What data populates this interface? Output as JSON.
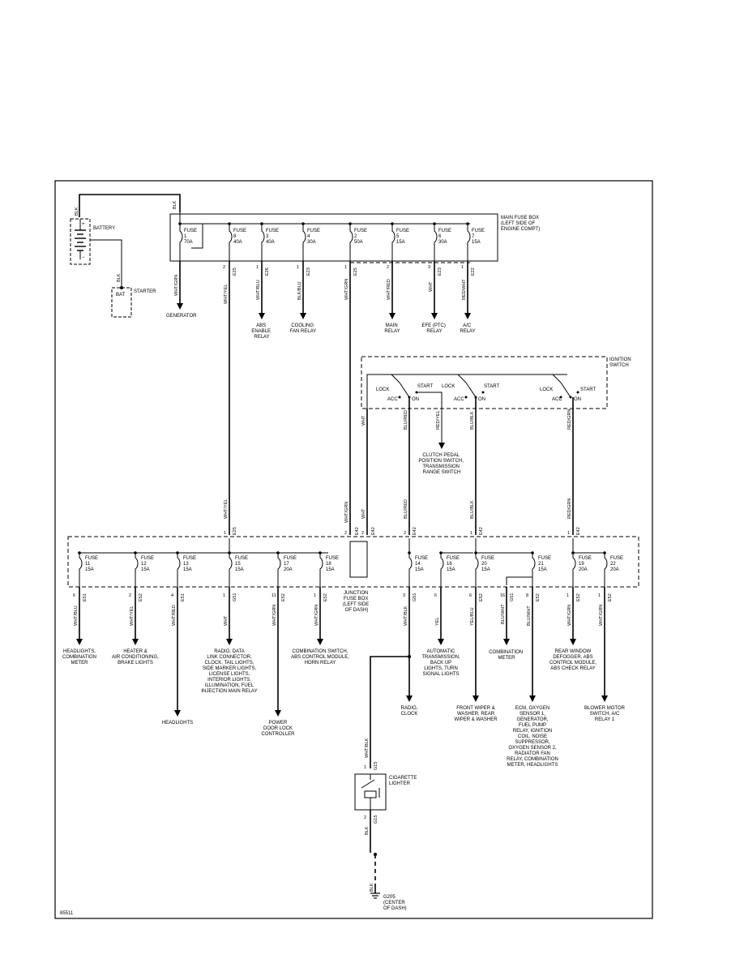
{
  "diagram_code": "85511",
  "battery": {
    "label": "BATTERY",
    "wire": "BLK"
  },
  "starter": {
    "label": "STARTER",
    "terminal": "BAT",
    "wire": "BLK"
  },
  "main_fuse_box": {
    "title_lines": [
      "MAIN FUSE BOX",
      "(LEFT SIDE OF",
      "ENGINE COMPT)"
    ],
    "input_wire": "BLK",
    "fuses": [
      {
        "label": "FUSE",
        "num": "1",
        "amp": "70A",
        "pin": "",
        "conn": "",
        "wire": "WHT/GRN",
        "dest": [
          "GENERATOR"
        ]
      },
      {
        "label": "FUSE",
        "num": "8",
        "amp": "40A",
        "pin": "2",
        "conn": "E25",
        "wire": "WHT/YEL",
        "dest": []
      },
      {
        "label": "FUSE",
        "num": "3",
        "amp": "40A",
        "pin": "1",
        "conn": "E26",
        "wire": "WHT/BLU",
        "dest": [
          "ABS",
          "ENABLE",
          "RELAY"
        ]
      },
      {
        "label": "FUSE",
        "num": "4",
        "amp": "30A",
        "pin": "1",
        "conn": "E23",
        "wire": "BLK/BLU",
        "dest": [
          "COOLING",
          "FAN RELAY"
        ]
      },
      {
        "label": "FUSE",
        "num": "2",
        "amp": "50A",
        "pin": "1",
        "conn": "E25",
        "wire": "WHT/GRN",
        "dest": []
      },
      {
        "label": "FUSE",
        "num": "5",
        "amp": "15A",
        "pin": "2",
        "conn": "",
        "wire": "WHT/RED",
        "dest": [
          "MAIN",
          "RELAY"
        ]
      },
      {
        "label": "FUSE",
        "num": "6",
        "amp": "30A",
        "pin": "3",
        "conn": "E23",
        "wire": "WHT",
        "dest": [
          "EFE (PTC)",
          "RELAY"
        ]
      },
      {
        "label": "FUSE",
        "num": "7",
        "amp": "15A",
        "pin": "1",
        "conn": "E22",
        "wire": "RED/WHT",
        "dest": [
          "A/C",
          "RELAY"
        ]
      }
    ]
  },
  "ignition_switch": {
    "title_lines": [
      "IGNITION",
      "SWITCH"
    ],
    "positions": [
      "LOCK",
      "ACC",
      "ON",
      "START"
    ],
    "input_wire": "WHT",
    "start_wire": "RED/YEL",
    "start_dest": [
      "CLUTCH PEDAL",
      "POSITION SWITCH,",
      "TRANSMISSION",
      "RANGE SWITCH"
    ],
    "outputs": [
      {
        "wire": "BLU/RED",
        "pin": "2",
        "conn": "E42"
      },
      {
        "wire": "BLU/BLK",
        "pin": "1",
        "conn": "E42"
      },
      {
        "wire": "RED/GRN",
        "pin": "1",
        "conn": "E42"
      }
    ]
  },
  "junction_fuse_box": {
    "title_lines": [
      "JUNCTION",
      "FUSE BOX",
      "(LEFT SIDE",
      "OF DASH)"
    ],
    "inputs": [
      {
        "wire": "WHT/YEL",
        "pin": "1",
        "conn": "E25"
      },
      {
        "wire": "WHT/GRN",
        "pin": "2",
        "conn": "E42"
      },
      {
        "wire": "WHT",
        "pin": "2",
        "conn": "E42"
      }
    ],
    "fuses": [
      {
        "label": "FUSE",
        "num": "11",
        "amp": "15A",
        "pin": "6",
        "conn": "E51",
        "wire": "WHT/BLU",
        "dest": [
          "HEADLIGHTS,",
          "COMBINATION",
          "METER"
        ]
      },
      {
        "label": "FUSE",
        "num": "12",
        "amp": "15A",
        "pin": "2",
        "conn": "E52",
        "wire": "WHT/YEL",
        "dest": [
          "HEATER &",
          "AIR CONDITIONING,",
          "BRAKE LIGHTS"
        ]
      },
      {
        "label": "FUSE",
        "num": "13",
        "amp": "15A",
        "pin": "4",
        "conn": "E51",
        "wire": "WHT/RED",
        "dest": [
          "HEADLIGHTS"
        ]
      },
      {
        "label": "FUSE",
        "num": "15",
        "amp": "15A",
        "pin": "1",
        "conn": "G51",
        "wire": "WHT",
        "dest": [
          "RADIO, DATA",
          "LINK CONNECTOR,",
          "CLOCK, TAIL LIGHTS,",
          "SIDE MARKER LIGHTS,",
          "LICENSE LIGHTS,",
          "INTERIOR LIGHTS,",
          "ILLUMINATION, FUEL",
          "INJECTION MAIN RELAY"
        ]
      },
      {
        "label": "FUSE",
        "num": "17",
        "amp": "20A",
        "pin": "11",
        "conn": "E52",
        "wire": "WHT/GRN",
        "dest": [
          "POWER",
          "DOOR LOCK",
          "CONTROLLER"
        ]
      },
      {
        "label": "FUSE",
        "num": "18",
        "amp": "15A",
        "pin": "1",
        "conn": "E52",
        "wire": "WHT/GRN",
        "dest": [
          "COMBINATION SWITCH,",
          "ABS CONTROL MODULE,",
          "HORN RELAY"
        ]
      },
      {
        "label": "FUSE",
        "num": "14",
        "amp": "15A",
        "pin": "3",
        "conn": "G51",
        "wire": "WHT/BLK",
        "dest": [
          "RADIO,",
          "CLOCK"
        ]
      },
      {
        "label": "FUSE",
        "num": "16",
        "amp": "15A",
        "pin": "6",
        "conn": "",
        "wire": "YEL",
        "dest": [
          "AUTOMATIC",
          "TRANSMISSION,",
          "BACK UP",
          "LIGHTS, TURN",
          "SIGNAL LIGHTS"
        ]
      },
      {
        "label": "FUSE",
        "num": "20",
        "amp": "15A",
        "pin": "6",
        "conn": "E52",
        "wire": "YEL/BLU",
        "dest": [
          "FRONT WIPER &",
          "WASHER, REAR",
          "WIPER & WASHER"
        ]
      },
      {
        "label": "FUSE",
        "num": "21",
        "amp": "15A",
        "pin": "8",
        "conn": "E52",
        "wire": "BLU/WHT",
        "dest": [
          "ECM, OXYGEN",
          "SENSOR 1,",
          "GENERATOR,",
          "FUEL PUMP",
          "RELAY, IGNITION",
          "COIL, NOISE",
          "SUPPRESSOR,",
          "OXYGEN SENSOR 2,",
          "RADIATOR FAN",
          "RELAY, COMBINATION",
          "METER, HEADLIGHTS"
        ]
      },
      {
        "label": "FUSE",
        "num": "19",
        "amp": "20A",
        "pin": "1",
        "conn": "E52",
        "wire": "WHT/GRN",
        "dest": [
          "REAR WINDOW",
          "DEFOGGER, ABS",
          "CONTROL MODULE,",
          "ABS CHECK RELAY"
        ]
      },
      {
        "label": "FUSE",
        "num": "22",
        "amp": "20A",
        "pin": "1",
        "conn": "E52",
        "wire": "WHT/GRN",
        "dest": [
          "BLOWER MOTOR",
          "SWITCH, A/C",
          "RELAY 1"
        ]
      }
    ],
    "meter_tap": {
      "pin": "16",
      "conn": "G51",
      "wire": "BLU/WHT",
      "dest": [
        "COMBINATION",
        "METER"
      ]
    }
  },
  "cigarette_lighter": {
    "label_lines": [
      "CIGARETTE",
      "LIGHTER"
    ],
    "in_wire": "WHT/BLK",
    "in_pin": "1",
    "in_conn": "G15",
    "out_pin": "2",
    "out_conn": "G15",
    "out_wire": "BLK",
    "ground_wire": "BLK",
    "ground_lines": [
      "G205",
      "(CENTER",
      "OF DASH)"
    ]
  }
}
